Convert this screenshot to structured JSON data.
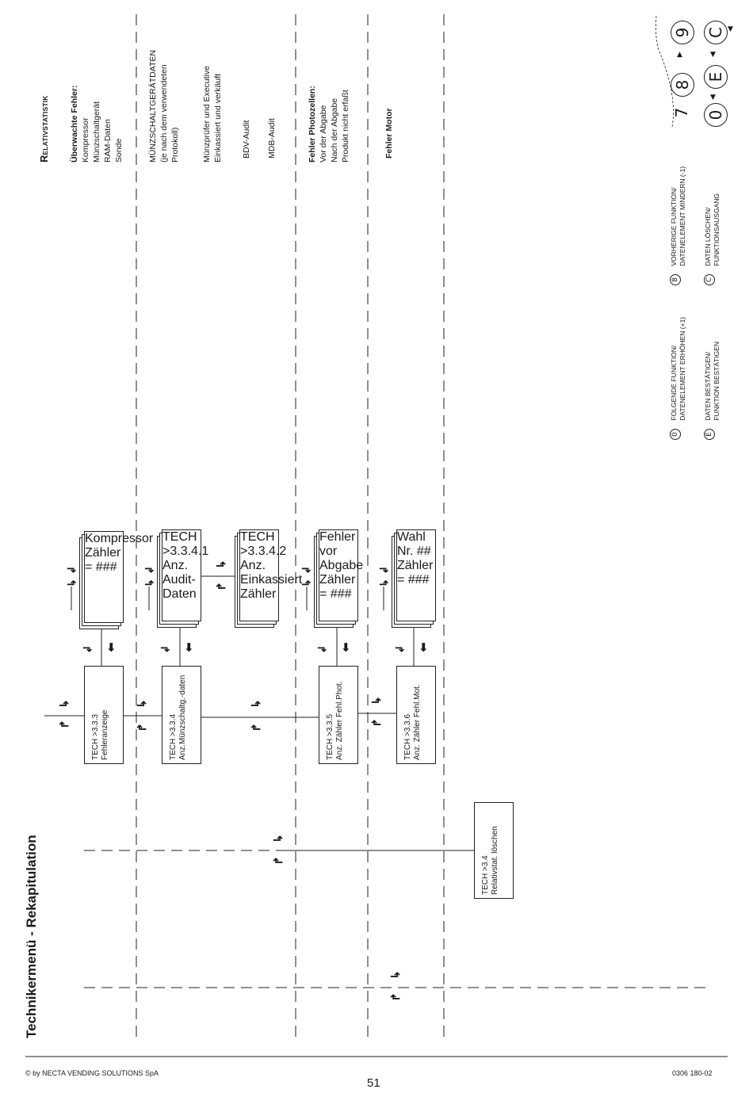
{
  "page": {
    "title": "Technikermenü - Rekapitulation",
    "copyright": "© by NECTA VENDING SOLUTIONS SpA",
    "doc_code": "0306 180-02",
    "page_number": "51"
  },
  "right_column": {
    "section_title_first": "R",
    "section_title_rest": "ELATIVSTATISTIK",
    "monitored_errors": {
      "heading": "Überwachte Fehler:",
      "items": [
        "Kompressor",
        "Münzschaltgerät",
        "RAM-Daten",
        "Sonde"
      ]
    },
    "coin_mech": {
      "title": "MÜNZSCHALTGERÄTDATEN",
      "lines": [
        "(je nach dem verwendeten",
        "Protokoll)"
      ],
      "executive": [
        "Münzprüfer und Executive",
        "Einkassiert und verkäuft"
      ],
      "bdv": "BDV-Audit",
      "mdb": "MDB-Audit"
    },
    "photocells": {
      "heading": "Fehler Photozellen:",
      "items": [
        "Vor der Abgabe",
        "Nach der Abgabe",
        "Produkt nicht erfaßt"
      ]
    },
    "motor": {
      "heading": "Fehler Motor"
    }
  },
  "boxes": {
    "b333": [
      "TECH >3.3.3",
      "Fehleranzeige"
    ],
    "b333_sub": [
      "Kompressor",
      "Zähler =     ###"
    ],
    "b334": [
      "TECH >3.3.4",
      "Anz.Münzschaltg.-daten"
    ],
    "b3341": [
      "TECH >3.3.4.1",
      "Anz. Audit-Daten"
    ],
    "b3342": [
      "TECH >3.3.4.2",
      "Anz. Einkassiert Zähler"
    ],
    "b335": [
      "TECH >3.3.5",
      "Anz. Zähler Fehl.Phot."
    ],
    "b335_sub": [
      "Fehler vor Abgabe",
      "Zähler = ###"
    ],
    "b336": [
      "TECH >3.3.6",
      "Anz. Zähler Fehl.Mot."
    ],
    "b336_sub": [
      "Wahl Nr. ##",
      "Zähler = ###"
    ],
    "b34": [
      "TECH >3.4",
      "Relativstat. löschen"
    ]
  },
  "legend": {
    "next_key": "0",
    "next_text": [
      "FOLGENDE FUNKTION/",
      "DATENELEMENT ERHÖHEN (+1)"
    ],
    "prev_key": "8",
    "prev_text": [
      "VORHERIGE FUNKTION/",
      "DATENELEMENT MINDERN (-1)"
    ],
    "confirm_key": "E",
    "confirm_text": [
      "DATEN BESTÄTIGEN/",
      "FUNKTION BESTÄTIGEN"
    ],
    "clear_key": "C",
    "clear_text": [
      "DATEN LÖSCHEN/",
      "FUNKTIONSAUSGANG"
    ],
    "keypad": [
      "7",
      "8",
      "9",
      "0",
      "E",
      "C"
    ]
  }
}
